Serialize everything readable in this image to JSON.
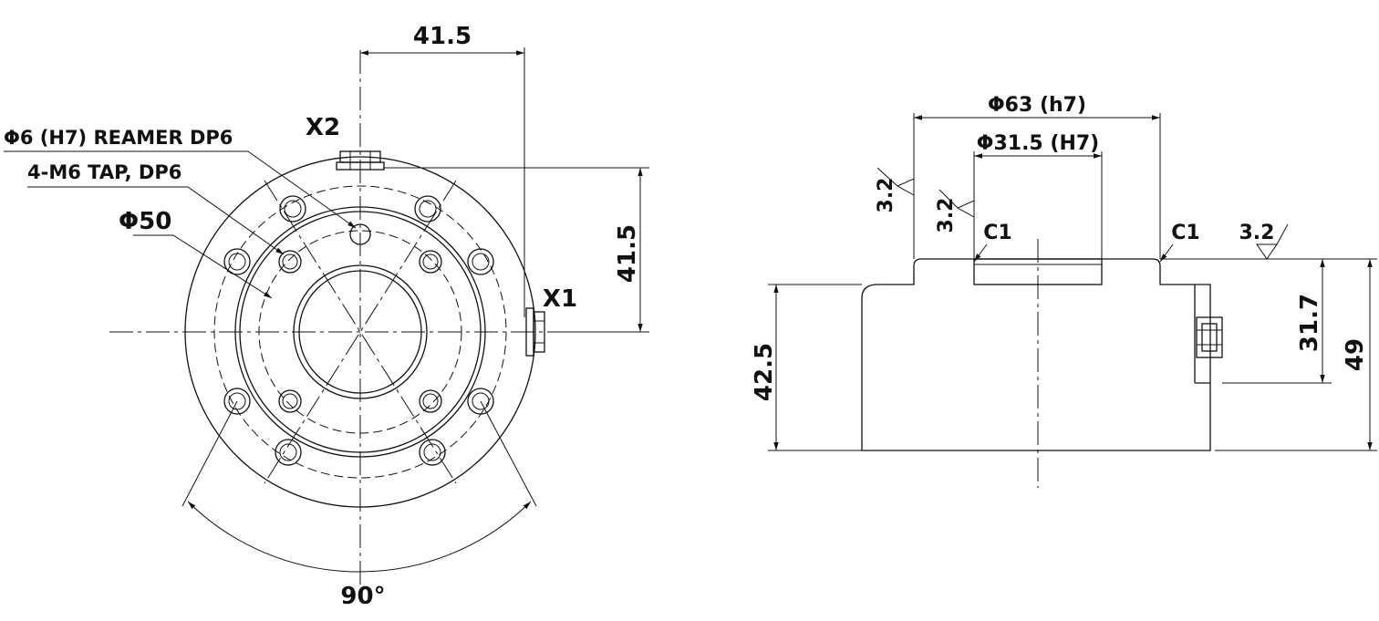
{
  "front_view": {
    "dim_top_width": "41.5",
    "dim_right_height": "41.5",
    "angle": "90°",
    "label_x2": "X2",
    "label_x1": "X1",
    "callout_reamer": "Φ6 (H7) REAMER DP6",
    "callout_tap": "4-M6 TAP, DP6",
    "callout_pcd": "Φ50"
  },
  "side_view": {
    "dim_outer_diameter": "Φ63 (h7)",
    "dim_bore_diameter": "Φ31.5 (H7)",
    "chamfer_left": "C1",
    "chamfer_right": "C1",
    "roughness_1": "3.2",
    "roughness_2": "3.2",
    "roughness_3": "3.2",
    "dim_connector_height": "31.7",
    "dim_total_height": "49",
    "dim_body_height": "42.5"
  }
}
